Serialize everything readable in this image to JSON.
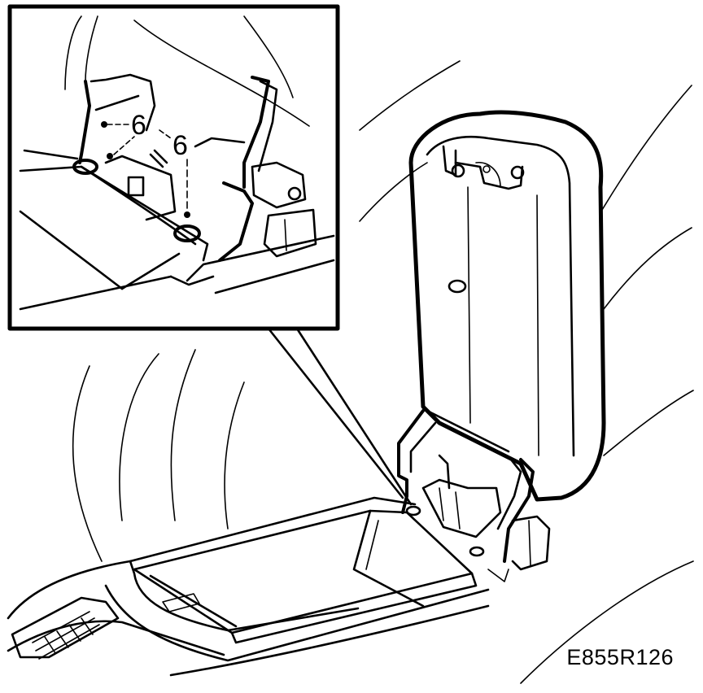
{
  "figure": {
    "code": "E855R126",
    "callouts": [
      {
        "number": "6"
      },
      {
        "number": "6"
      }
    ]
  },
  "colors": {
    "ink": "#000000",
    "background": "#ffffff"
  }
}
